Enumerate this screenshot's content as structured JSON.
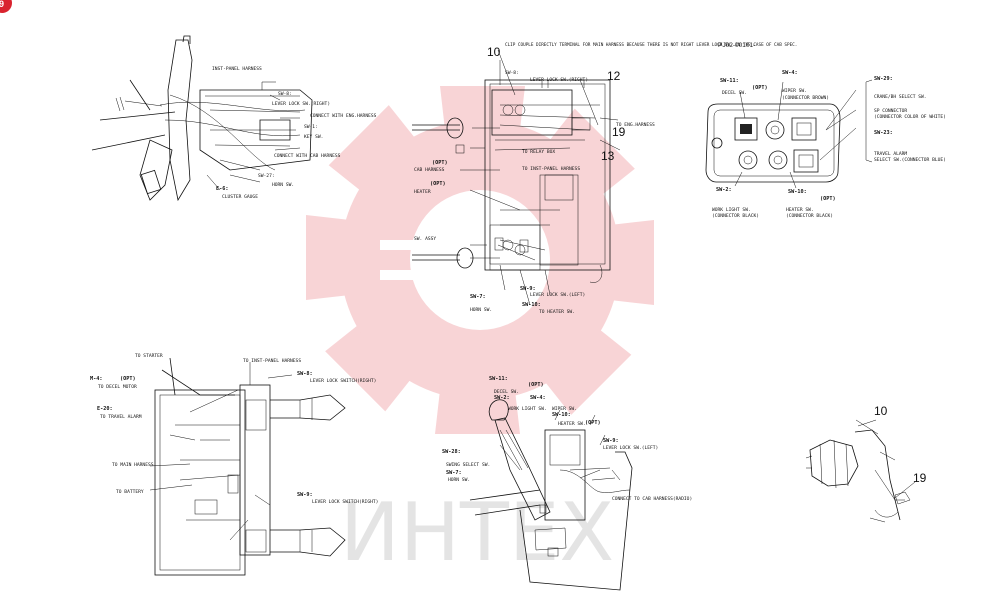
{
  "doc_code": "PJ02-00101-",
  "watermark_text": "ИНТЕХ",
  "colors": {
    "ink": "#111111",
    "watermark_red": "#f3b1b5",
    "watermark_gray": "#cfcfcf",
    "badge_red": "#d9232e"
  },
  "top_left": {
    "sw8_id": "SW-8:",
    "sw8_desc": "LEVER LOCK SW.(RIGHT)",
    "inst_panel": "INST-PANEL HARNESS",
    "connect_eng": "CONNECT WITH ENG.HARNESS",
    "sw1_id": "SW-1:",
    "sw1_desc": "KEY SW.",
    "connect_cab": "CONNECT WITH CAB HARNESS",
    "sw27_id": "SW-27:",
    "sw27_desc": "HORN SW.",
    "e6_id": "E-6:",
    "e6_desc": "CLUSTER GAUGE"
  },
  "top_center": {
    "num_10": "10",
    "clip_note": "CLIP COUPLE DIRECTLY TERMINAL FOR MAIN HARNESS BECAUSE THERE IS NOT RIGHT LEVER LOCK SW. IN THE CASE OF CAB SPEC.",
    "sw8_id": "SW-8:",
    "sw8_desc": "LEVER LOCK SW.(RIGHT)",
    "num_12": "12",
    "to_eng": "TO ENG.HARNESS",
    "num_19": "19",
    "to_relay": "TO RELAY BOX",
    "num_13": "13",
    "opt1": "(OPT)",
    "cab_harness": "CAB HARNESS",
    "to_inst": "TO INST-PANEL HARNESS",
    "opt2": "(OPT)",
    "heater": "HEATER",
    "sw_assy": "SW. ASSY",
    "sw7_id": "SW-7:",
    "sw7_desc": "HORN SW.",
    "sw9_id": "SW-9:",
    "sw9_desc": "LEVER LOCK SW.(LEFT)",
    "sw10_id": "SW-10:",
    "sw10_desc": "TO HEATER SW."
  },
  "top_right": {
    "sw4_id": "SW-4:",
    "sw11_id": "SW-11:",
    "opt_top": "(OPT)",
    "decel": "DECEL SW.",
    "wiper": "WIPER SW.",
    "wiper_conn": "(CONNECTOR BROWN)",
    "sw29_id": "SW-29:",
    "crane": "CRANE/BH SELECT SW.",
    "sp_conn": "SP CONNECTOR",
    "sp_conn_color": "(CONNECTOR COLOR OF WHITE)",
    "sw23_id": "SW-23:",
    "travel": "TRAVEL ALARM",
    "travel_sel": "SELECT SW.(CONNECTOR BLUE)",
    "sw2_id": "SW-2:",
    "sw10_id": "SW-10:",
    "opt_bottom": "(OPT)",
    "work_light": "WORK LIGHT SW.",
    "work_conn": "(CONNECTOR BLACK)",
    "heater_sw": "HEATER SW.",
    "heater_conn": "(CONNECTOR BLACK)"
  },
  "bottom_left": {
    "to_starter": "TO STARTER",
    "to_inst": "TO INST-PANEL HARNESS",
    "m4_id": "M-4:",
    "opt": "(OPT)",
    "to_decel": "TO DECEL MOTOR",
    "sw8_id": "SW-8:",
    "sw8_desc": "LEVER LOCK SWITCH(RIGHT)",
    "e20_id": "E-20:",
    "to_travel": "TO TRAVEL ALARM",
    "to_main": "TO MAIN HARNESS",
    "to_battery": "TO BATTERY",
    "sw9_id": "SW-9:",
    "sw9_desc": "LEVER LOCK SWITCH(RIGHT)"
  },
  "bottom_center": {
    "sw11_id": "SW-11:",
    "opt1": "(OPT)",
    "decel": "DECEL SW.",
    "sw2_id": "SW-2:",
    "sw4_id": "SW-4:",
    "work_light": "WORK LIGHT SW.",
    "wiper": "WIPER SW.",
    "sw10_id": "SW-10:",
    "opt2": "(OPT)",
    "heater": "HEATER SW.",
    "sw9_id": "SW-9:",
    "sw9_desc": "LEVER LOCK SW.(LEFT)",
    "sw28_id": "SW-28:",
    "swing": "SWING SELECT SW.",
    "sw7_id": "SW-7:",
    "horn": "HORN SW.",
    "connect_cab": "CONNECT TO CAB HARNESS(RADIO)"
  },
  "bottom_right": {
    "num_10": "10",
    "num_19": "19"
  }
}
